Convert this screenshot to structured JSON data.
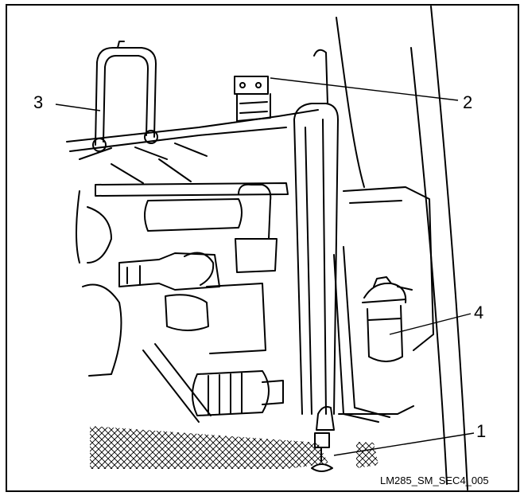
{
  "figure": {
    "callouts": {
      "c1": "1",
      "c2": "2",
      "c3": "3",
      "c4": "4"
    },
    "caption": "LM285_SM_SEC4_005"
  }
}
